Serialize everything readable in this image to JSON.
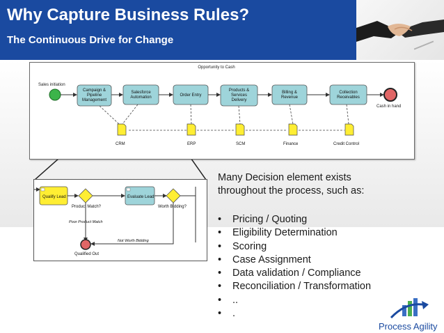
{
  "slide": {
    "title": "Why Capture Business Rules?",
    "subtitle": "The Continuous Drive for Change"
  },
  "process": {
    "lane_title": "Opportunity to Cash",
    "start_event": "Sales initiation",
    "end_event": "Cash in hand",
    "tasks": [
      {
        "line1": "Campaign &",
        "line2": "Pipeline",
        "line3": "Management"
      },
      {
        "line1": "Salesforce",
        "line2": "Automation",
        "line3": ""
      },
      {
        "line1": "Order Entry",
        "line2": "",
        "line3": ""
      },
      {
        "line1": "Products &",
        "line2": "Services",
        "line3": "Delivery"
      },
      {
        "line1": "Billing &",
        "line2": "Revenue",
        "line3": ""
      },
      {
        "line1": "Collection",
        "line2": "Receivables",
        "line3": ""
      }
    ],
    "documents": [
      "CRM",
      "ERP",
      "SCM",
      "Finance",
      "Credit Control"
    ]
  },
  "subprocess": {
    "task1": "Qualify Lead",
    "gateway1": "Product Match?",
    "task2": "Evaluate Lead",
    "gateway2": "Worth Bidding?",
    "flow1": "Poor Product Match",
    "flow2": "Not Worth Bidding",
    "end_event": "Qualified Out"
  },
  "content": {
    "intro": "Many Decision element exists throughout the process, such as:",
    "bullet_symbol": "•",
    "bullets": [
      "Pricing / Quoting",
      "Eligibility Determination",
      "Scoring",
      "Case Assignment",
      "Data validation / Compliance",
      "Reconciliation / Transformation",
      "..",
      "."
    ]
  },
  "logo": {
    "name": "Process Agility"
  },
  "colors": {
    "header_blue": "#1a4aa0",
    "task_fill": "#9ed4da",
    "start_green": "#3cb44a",
    "end_red": "#e06666",
    "doc_yellow": "#ffee33"
  }
}
